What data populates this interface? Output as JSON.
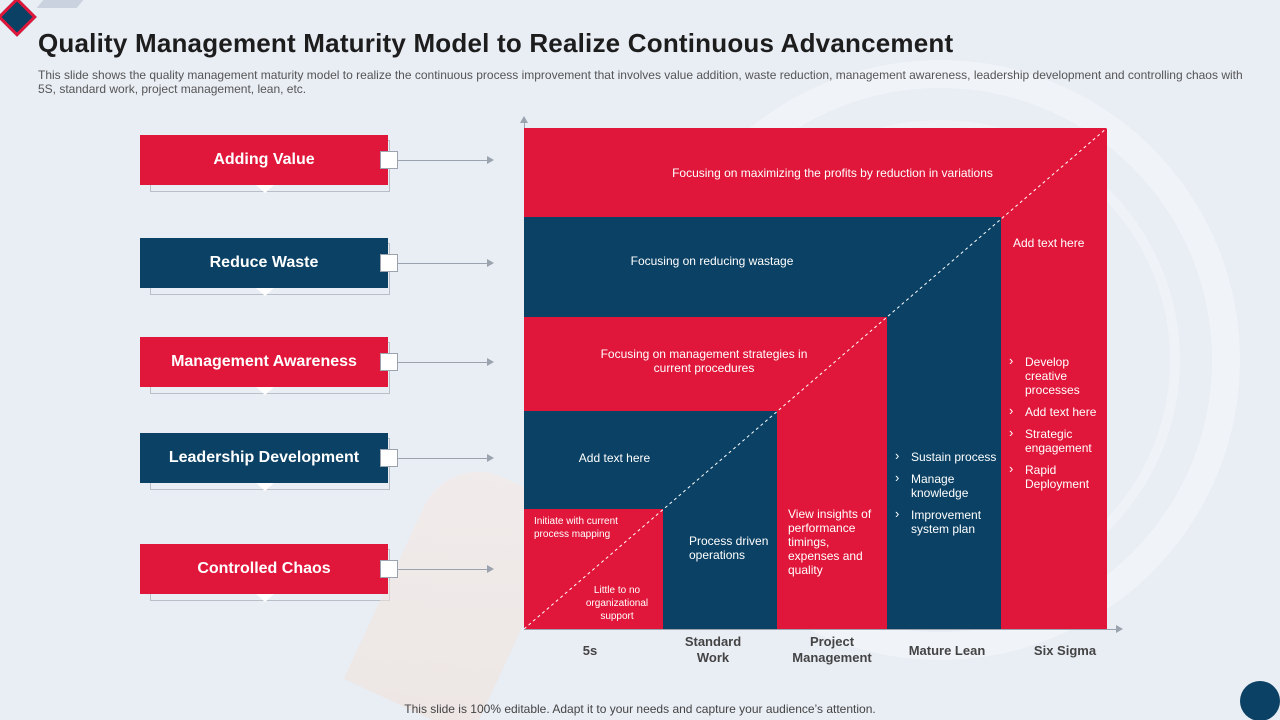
{
  "header": {
    "title": "Quality Management Maturity Model to Realize Continuous Advancement",
    "subtitle": "This slide shows the quality management maturity model to realize the continuous process improvement that involves value addition, waste reduction, management awareness, leadership development and controlling chaos with 5S, standard work, project management, lean, etc."
  },
  "labels": [
    {
      "text": "Adding Value",
      "color": "#e0173a"
    },
    {
      "text": "Reduce Waste",
      "color": "#0a4164"
    },
    {
      "text": "Management Awareness",
      "color": "#e0173a"
    },
    {
      "text": "Leadership Development",
      "color": "#0a4164"
    },
    {
      "text": "Controlled Chaos",
      "color": "#e0173a"
    }
  ],
  "diagram": {
    "rows": {
      "adding_value": "Focusing on maximizing the profits by reduction in variations",
      "reduce_waste": "Focusing on reducing wastage",
      "management_awareness": "Focusing on management strategies in current procedures",
      "leadership_development": "Add text here",
      "controlled_chaos_top": "Initiate  with current process mapping",
      "controlled_chaos_bottom": "Little to no organizational support"
    },
    "columns": {
      "standard_work": "Process driven operations",
      "project_management": "View insights of performance timings, expenses and quality",
      "mature_lean": [
        "Sustain process",
        "Manage knowledge",
        "Improvement system plan"
      ],
      "six_sigma_heading": "Add text here",
      "six_sigma": [
        "Develop creative processes",
        "Add text here",
        "Strategic engagement",
        "Rapid Deployment"
      ]
    },
    "x_axis": [
      "5s",
      "Standard Work",
      "Project Management",
      "Mature Lean",
      "Six Sigma"
    ],
    "colors": {
      "red": "#e0173a",
      "blue": "#0a4164"
    }
  },
  "footer": "This slide is 100% editable. Adapt it to your needs and capture your audience’s attention."
}
